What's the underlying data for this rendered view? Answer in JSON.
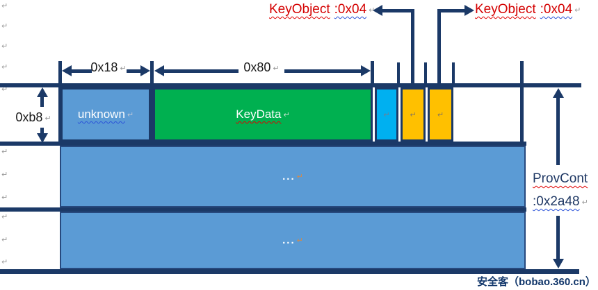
{
  "colors": {
    "line_navy": "#1b3967",
    "block_blue": "#5b9bd5",
    "block_green": "#00b050",
    "block_cyan": "#00b0f0",
    "block_orange": "#ffc000",
    "annotation_red": "#d40000",
    "annotation_navy": "#1f3864"
  },
  "marks": {
    "pilcrow": "↵"
  },
  "annotations": {
    "keyobject_left": {
      "name": "KeyObject",
      "value": ":0x04"
    },
    "keyobject_right": {
      "name": "KeyObject",
      "value": ":0x04"
    },
    "provcont": {
      "name": "ProvCont",
      "value": ":0x2a48"
    }
  },
  "dimensions": {
    "unknown_width": "0x18",
    "keydata_width": "0x80",
    "row_height": "0xb8"
  },
  "blocks": {
    "unknown": "unknown",
    "keydata": "KeyData",
    "ellipsis_row1": "...",
    "ellipsis_row2": "..."
  },
  "watermark": "安全客（bobao.360.cn）"
}
